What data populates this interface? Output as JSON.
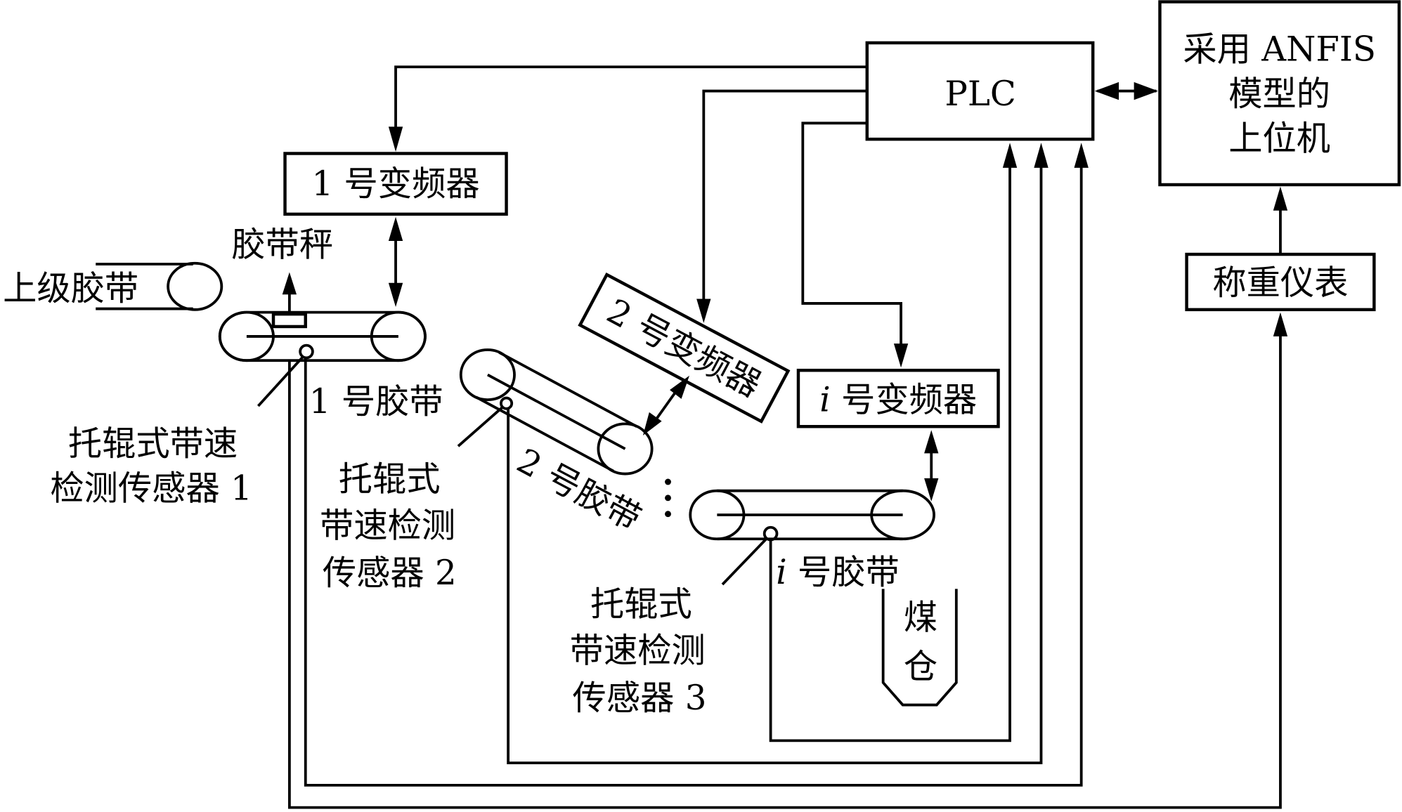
{
  "labels": {
    "plc": "PLC",
    "host_line1": "采用 ANFIS",
    "host_line2": "模型的",
    "host_line3": "上位机",
    "weigh_meter": "称重仪表",
    "vfd1": "1 号变频器",
    "vfd2": "2 号变频器",
    "vfdi_italic": "i",
    "vfdi_rest": " 号变频器",
    "belt_scale": "胶带秤",
    "upper_belt": "上级胶带",
    "belt1": "1 号胶带",
    "belt2": "2 号胶带",
    "belti_italic": "i",
    "belti_rest": " 号胶带",
    "sensor1_line1": "托辊式带速",
    "sensor1_line2": "检测传感器 1",
    "sensor2_line1": "托辊式",
    "sensor2_line2": "带速检测",
    "sensor2_line3": "传感器 2",
    "sensor3_line1": "托辊式",
    "sensor3_line2": "带速检测",
    "sensor3_line3": "传感器 3",
    "bunker_line1": "煤",
    "bunker_line2": "仓"
  }
}
